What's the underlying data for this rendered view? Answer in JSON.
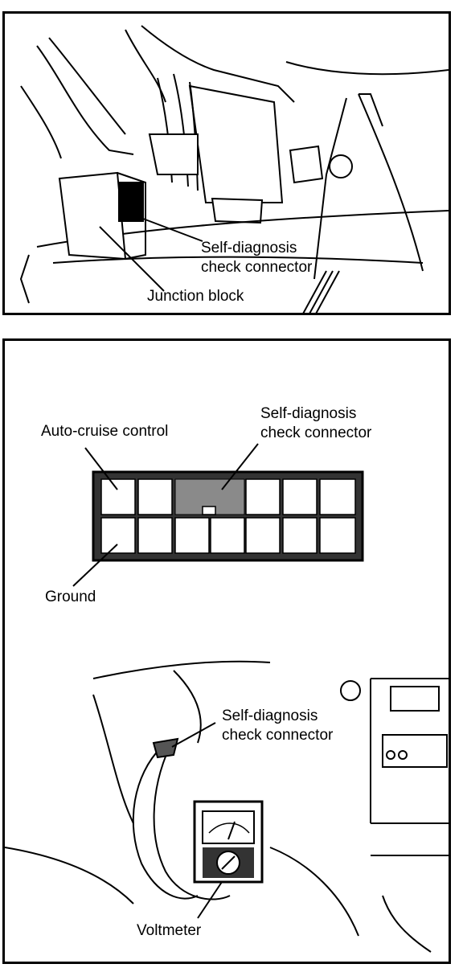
{
  "figure": {
    "panel_top": {
      "label_connector": [
        "Self-diagnosis",
        "check connector"
      ],
      "label_junction": "Junction block"
    },
    "panel_bottom": {
      "label_auto_cruise": "Auto-cruise control",
      "label_connector": [
        "Self-diagnosis",
        "check connector"
      ],
      "label_ground": "Ground",
      "label_connector_2": [
        "Self-diagnosis",
        "check connector"
      ],
      "label_voltmeter": "Voltmeter"
    }
  }
}
